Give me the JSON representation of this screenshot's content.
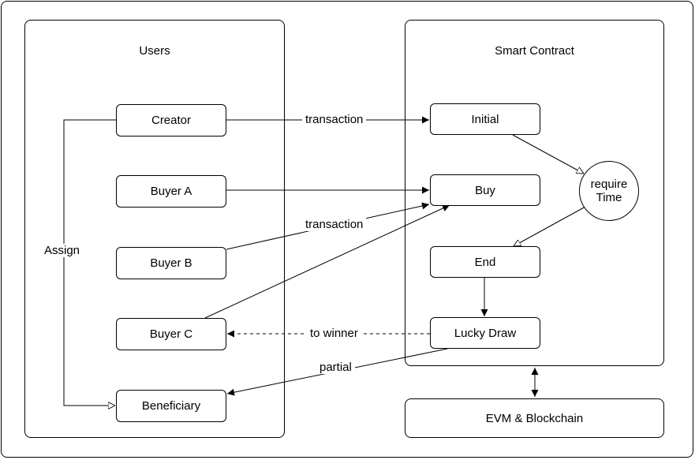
{
  "users_panel": {
    "title": "Users"
  },
  "contract_panel": {
    "title": "Smart Contract"
  },
  "users": {
    "creator": "Creator",
    "buyer_a": "Buyer A",
    "buyer_b": "Buyer B",
    "buyer_c": "Buyer C",
    "beneficiary": "Beneficiary"
  },
  "contract": {
    "initial": "Initial",
    "buy": "Buy",
    "end": "End",
    "lucky_draw": "Lucky Draw",
    "require_line1": "require",
    "require_line2": "Time"
  },
  "platform": {
    "label": "EVM & Blockchain"
  },
  "edges": {
    "creator_transaction": "transaction",
    "buyers_transaction": "transaction",
    "assign": "Assign",
    "to_winner": "to winner",
    "partial": "partial"
  }
}
